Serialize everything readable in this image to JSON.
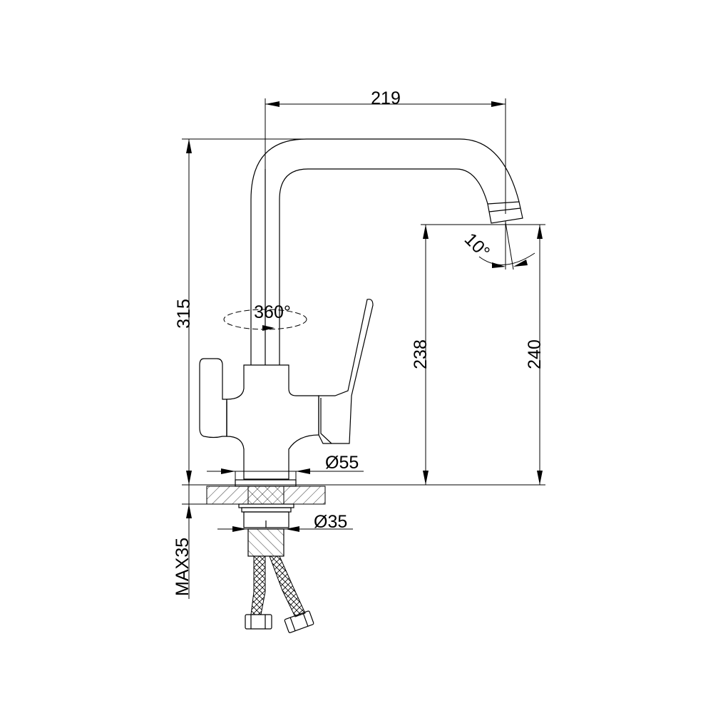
{
  "dimensions": {
    "spout_reach": "219",
    "total_height": "315",
    "outlet_height": "238",
    "outlet_height_max": "240",
    "rotation": "360°",
    "tilt_angle": "10°",
    "base_diameter": "Ø55",
    "shank_diameter": "Ø35",
    "max_counter_thickness": "MAX35"
  }
}
